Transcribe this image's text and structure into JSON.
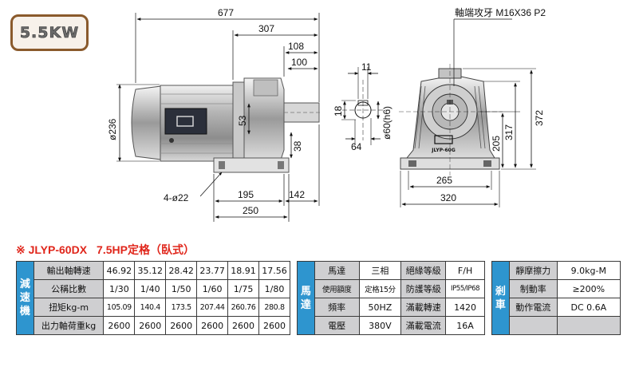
{
  "badge": "5.5KW",
  "drawing": {
    "dims": {
      "total_length": "677",
      "d307": "307",
      "d108": "108",
      "d100": "100",
      "dia236": "ø236",
      "d53": "53",
      "d38": "38",
      "holes": "4-ø22",
      "d195": "195",
      "d142": "142",
      "d250": "250",
      "d11": "11",
      "d18": "18",
      "dia60": "ø60(h6)",
      "d64": "64",
      "d265": "265",
      "d320": "320",
      "d205": "205",
      "d317": "317",
      "d372": "372"
    },
    "shaft_thread": "軸端攻牙 M16X36 P2",
    "nameplate": "JLYP-60G"
  },
  "model_title": {
    "mark": "※",
    "model": "JLYP-60DX",
    "spec": "7.5HP定格（臥式）"
  },
  "reducer_table": {
    "side_label": "減速機",
    "rows": [
      {
        "label": "輸出軸轉速",
        "values": [
          "46.92",
          "35.12",
          "28.42",
          "23.77",
          "18.91",
          "17.56"
        ]
      },
      {
        "label": "公稱比數",
        "values": [
          "1/30",
          "1/40",
          "1/50",
          "1/60",
          "1/75",
          "1/80"
        ]
      },
      {
        "label": "扭矩kg-m",
        "values": [
          "105.09",
          "140.4",
          "173.5",
          "207.44",
          "260.76",
          "280.8"
        ]
      },
      {
        "label": "出力軸荷重kg",
        "values": [
          "2600",
          "2600",
          "2600",
          "2600",
          "2600",
          "2600"
        ]
      }
    ]
  },
  "motor_table": {
    "side_label": "馬達",
    "rows": [
      {
        "l1": "馬達",
        "v1": "三相",
        "l2": "絕緣等級",
        "v2": "F/H"
      },
      {
        "l1": "使用額度",
        "v1": "定格15分",
        "l2": "防護等級",
        "v2": "IP55/IP68"
      },
      {
        "l1": "頻率",
        "v1": "50HZ",
        "l2": "滿載轉速",
        "v2": "1420"
      },
      {
        "l1": "電壓",
        "v1": "380V",
        "l2": "滿載電流",
        "v2": "16A"
      }
    ]
  },
  "brake_table": {
    "side_label": "剎車",
    "rows": [
      {
        "label": "靜摩擦力",
        "value": "9.0kg-M"
      },
      {
        "label": "制動率",
        "value": "≥200%"
      },
      {
        "label": "動作電流",
        "value": "DC 0.6A"
      },
      {
        "label": "",
        "value": ""
      }
    ]
  },
  "colors": {
    "badge_border": "#8a5a2c",
    "model_title": "#e0261b",
    "side_label_bg": "#2e95cf",
    "table_label_bg": "#cfcfd1"
  }
}
